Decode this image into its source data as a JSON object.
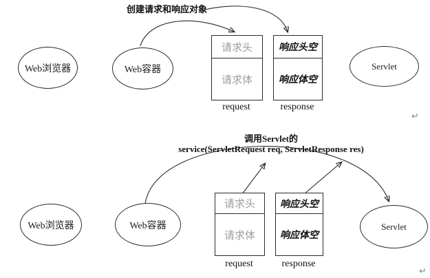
{
  "colors": {
    "stroke": "#2a2a2a",
    "muted_request_text": "#9c9c9c",
    "text": "#111111",
    "background": "#ffffff",
    "return_mark": "#8a8a8a"
  },
  "top": {
    "create_label": "创建请求和响应对象",
    "browser": "Web浏览器",
    "container": "Web容器",
    "servlet": "Servlet",
    "request": {
      "header": "请求头",
      "body": "请求体",
      "caption": "request"
    },
    "response": {
      "header": "响应头空",
      "body": "响应体空",
      "caption": "response"
    }
  },
  "bottom": {
    "invoke_line1": "调用Servlet的",
    "invoke_line2": "service(ServletRequest req, ServletResponse res)",
    "browser": "Web浏览器",
    "container": "Web容器",
    "servlet": "Servlet",
    "request": {
      "header": "请求头",
      "body": "请求体",
      "caption": "request"
    },
    "response": {
      "header": "响应头空",
      "body": "响应体空",
      "caption": "response"
    }
  },
  "marks": {
    "return_top": "↵",
    "return_bottom": "↵"
  }
}
